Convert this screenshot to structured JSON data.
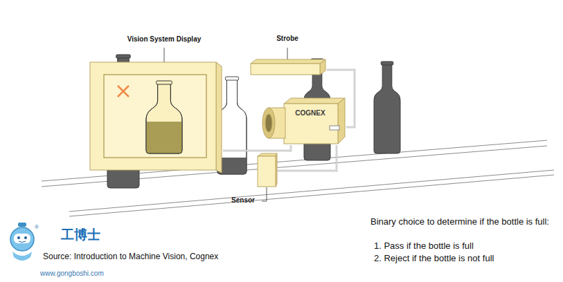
{
  "diagram": {
    "nodes": [
      {
        "text": [
          "Vision System Display"
        ]
      },
      {
        "text": [
          "Strobe"
        ]
      },
      {
        "text": [
          "COGNEX"
        ]
      },
      {
        "text": [
          "Sensor"
        ]
      }
    ],
    "edges": [
      {
        "from": 1,
        "to": 2,
        "arrow": "none"
      },
      {
        "from": 0,
        "to": 2,
        "arrow": "none"
      },
      {
        "from": 3,
        "to": 2,
        "arrow": "none"
      }
    ],
    "labels": [
      "Binary choice to determine if the bottle is full:",
      "1. Pass if the bottle is full",
      "2. Reject if the bottle is not full",
      "Source: Introduction to Machine Vision, Cognex",
      "工博士",
      "www.gongboshi.com",
      "®"
    ]
  }
}
